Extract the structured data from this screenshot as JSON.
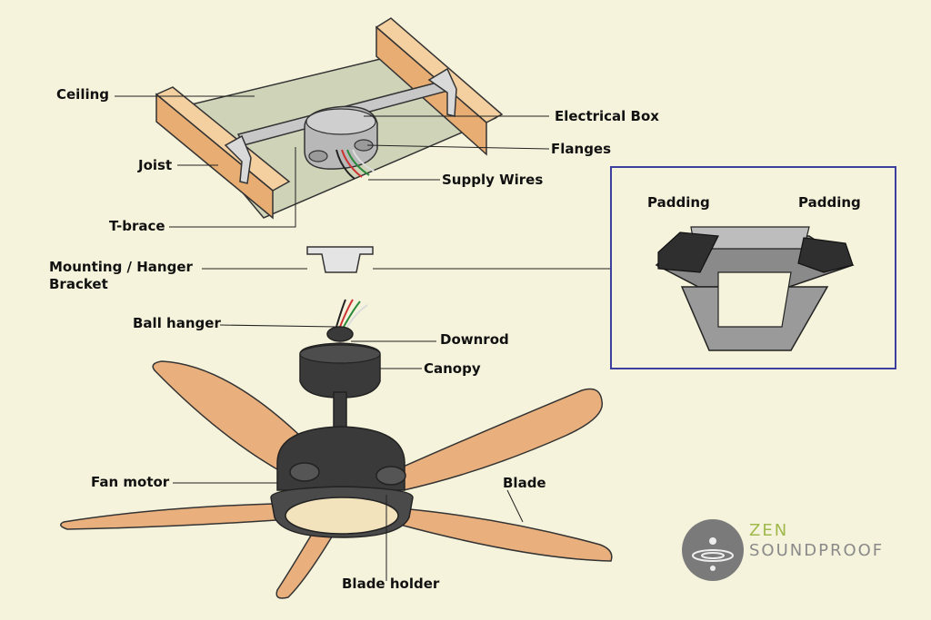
{
  "labels": {
    "ceiling": "Ceiling",
    "joist": "Joist",
    "tbrace": "T-brace",
    "electrical_box": "Electrical Box",
    "flanges": "Flanges",
    "supply_wires": "Supply Wires",
    "mounting_bracket_line1": "Mounting / Hanger",
    "mounting_bracket_line2": "Bracket",
    "ball_hanger": "Ball hanger",
    "downrod": "Downrod",
    "canopy": "Canopy",
    "fan_motor": "Fan motor",
    "blade": "Blade",
    "blade_holder": "Blade holder",
    "padding_left": "Padding",
    "padding_right": "Padding"
  },
  "brand": {
    "name_top": "ZEN",
    "name_bottom": "SOUNDPROOF"
  },
  "colors": {
    "background": "#f6f3dc",
    "inset_border": "#3c3f9e",
    "wood": "#f0c28e",
    "fan_dark": "#3a3a3a",
    "blade": "#e9b07e",
    "brand_green": "#9fb94a"
  }
}
